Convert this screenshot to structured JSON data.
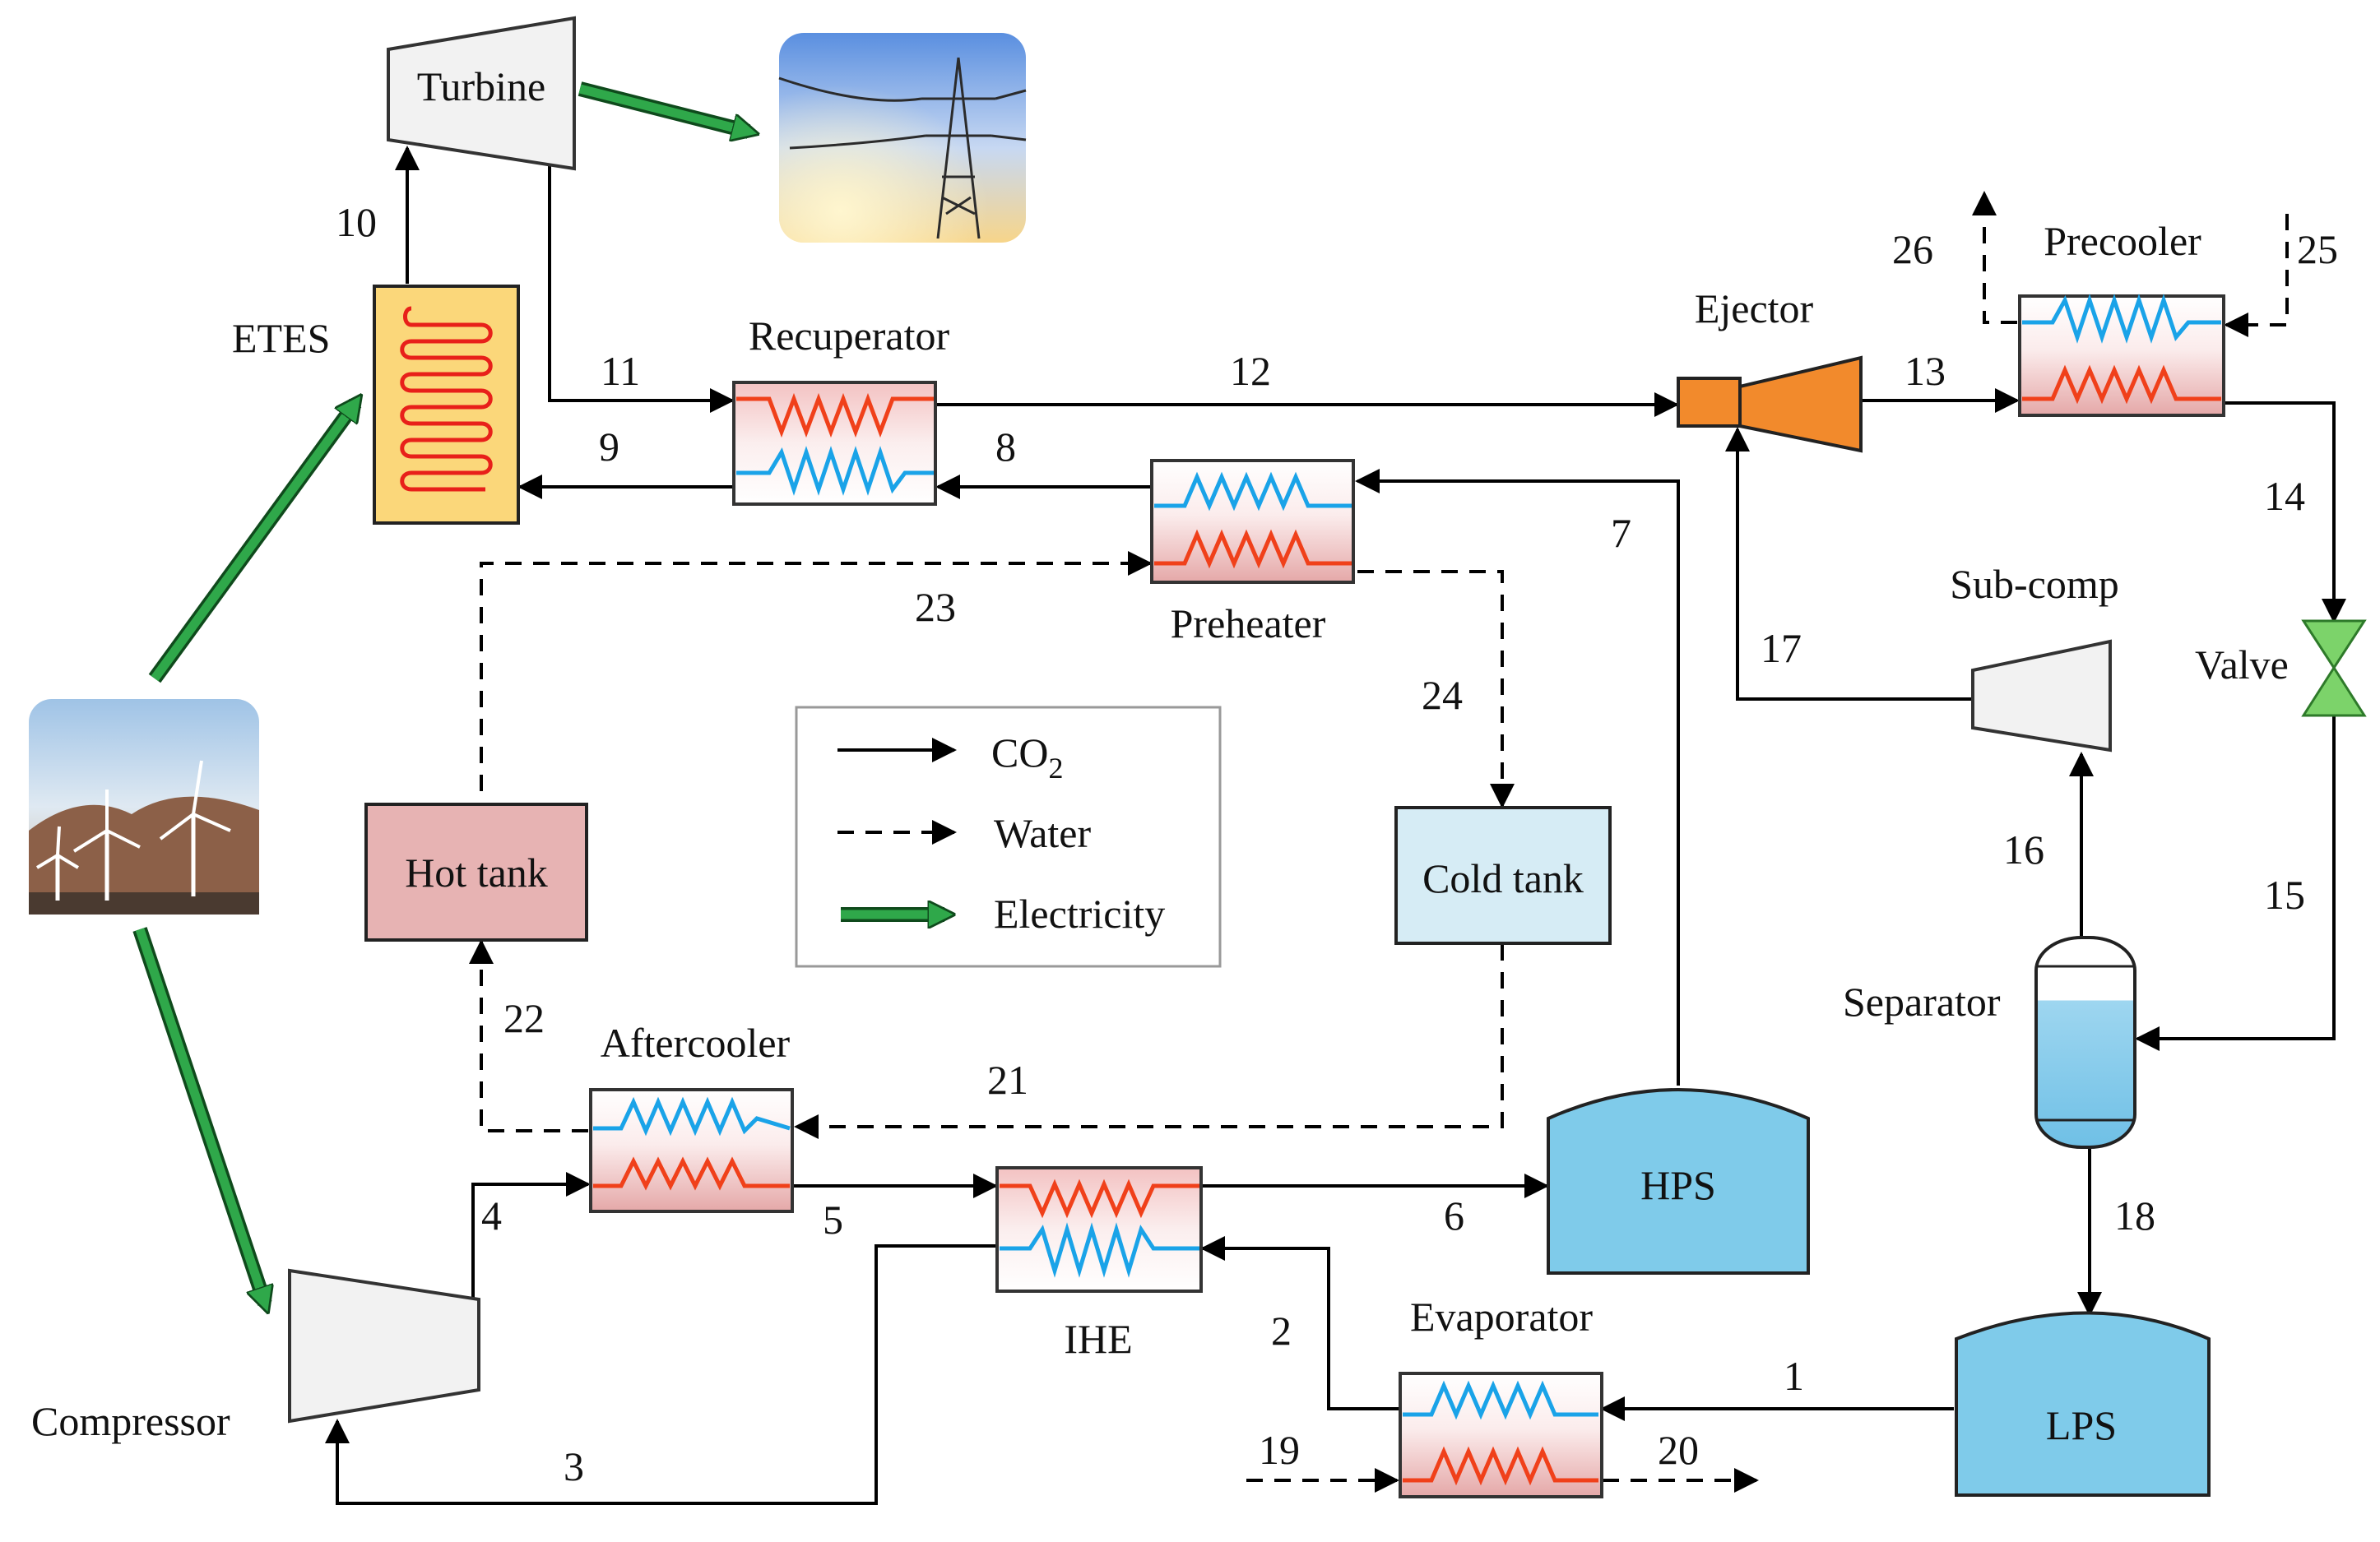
{
  "components": {
    "turbine": "Turbine",
    "etes": "ETES",
    "recuperator": "Recuperator",
    "preheater": "Preheater",
    "ejector": "Ejector",
    "precooler": "Precooler",
    "valve": "Valve",
    "sub_comp": "Sub-comp",
    "separator": "Separator",
    "hot_tank": "Hot tank",
    "cold_tank": "Cold tank",
    "aftercooler": "Aftercooler",
    "ihe": "IHE",
    "hps": "HPS",
    "lps": "LPS",
    "evaporator": "Evaporator",
    "compressor": "Compressor"
  },
  "states": {
    "s1": "1",
    "s2": "2",
    "s3": "3",
    "s4": "4",
    "s5": "5",
    "s6": "6",
    "s7": "7",
    "s8": "8",
    "s9": "9",
    "s10": "10",
    "s11": "11",
    "s12": "12",
    "s13": "13",
    "s14": "14",
    "s15": "15",
    "s16": "16",
    "s17": "17",
    "s18": "18",
    "s19": "19",
    "s20": "20",
    "s21": "21",
    "s22": "22",
    "s23": "23",
    "s24": "24",
    "s25": "25",
    "s26": "26"
  },
  "legend": {
    "co2_main": "CO",
    "co2_sub": "2",
    "water": "Water",
    "electricity": "Electricity"
  },
  "colors": {
    "hot_zigzag": "#f0401a",
    "cold_zigzag": "#1aa3e8",
    "electricity_arrow": "#2fa84a",
    "etes_fill": "#fbd77a",
    "ejector_fill": "#f28a2c",
    "valve_fill": "#7cd36a",
    "hot_tank_fill": "#e7b3b3",
    "cold_tank_fill": "#d6ecf5",
    "storage_fill": "#7fcbea"
  },
  "icons": {
    "power_line": "power-transmission-tower-icon",
    "wind_farm": "wind-turbine-icon"
  }
}
